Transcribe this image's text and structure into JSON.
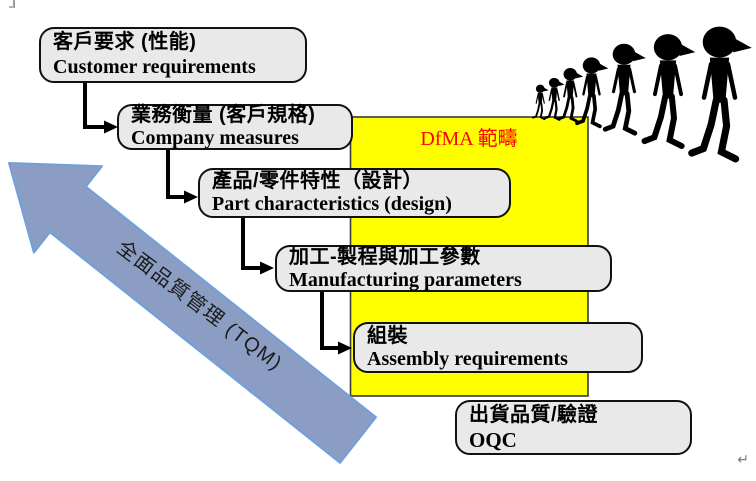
{
  "flow_boxes": [
    {
      "id": "customer-requirements",
      "zh": "客戶要求 (性能)",
      "en": "Customer requirements"
    },
    {
      "id": "company-measures",
      "zh": "業務衡量 (客戶規格)",
      "en": "Company measures"
    },
    {
      "id": "part-characteristics",
      "zh": "產品/零件特性（設計）",
      "en": "Part characteristics (design)"
    },
    {
      "id": "manufacturing-parameters",
      "zh": "加工-製程與加工參數",
      "en": "Manufacturing parameters"
    },
    {
      "id": "assembly-requirements",
      "zh": "組裝",
      "en": "Assembly requirements"
    },
    {
      "id": "oqc",
      "zh": "出貨品質/驗證",
      "en": "OQC"
    }
  ],
  "dfma_zone": {
    "label": "DfMA 範疇",
    "text_color": "#ff0000",
    "fill": "#ffff00",
    "border_color": "#3a3a3a"
  },
  "tqm_arrow": {
    "label": "全面品質管理 (TQM)",
    "fill": "#8c9dc3",
    "stroke": "#6fa0dc"
  },
  "people_silhouettes": {
    "count": 7,
    "color": "#000000",
    "description": "row of walking human figures growing larger left to right"
  },
  "connectors": {
    "color": "#000000",
    "count": 4
  },
  "colors": {
    "box_fill": "#e9e9e9",
    "box_border": "#111111",
    "background": "#ffffff"
  },
  "return_mark": "↵"
}
